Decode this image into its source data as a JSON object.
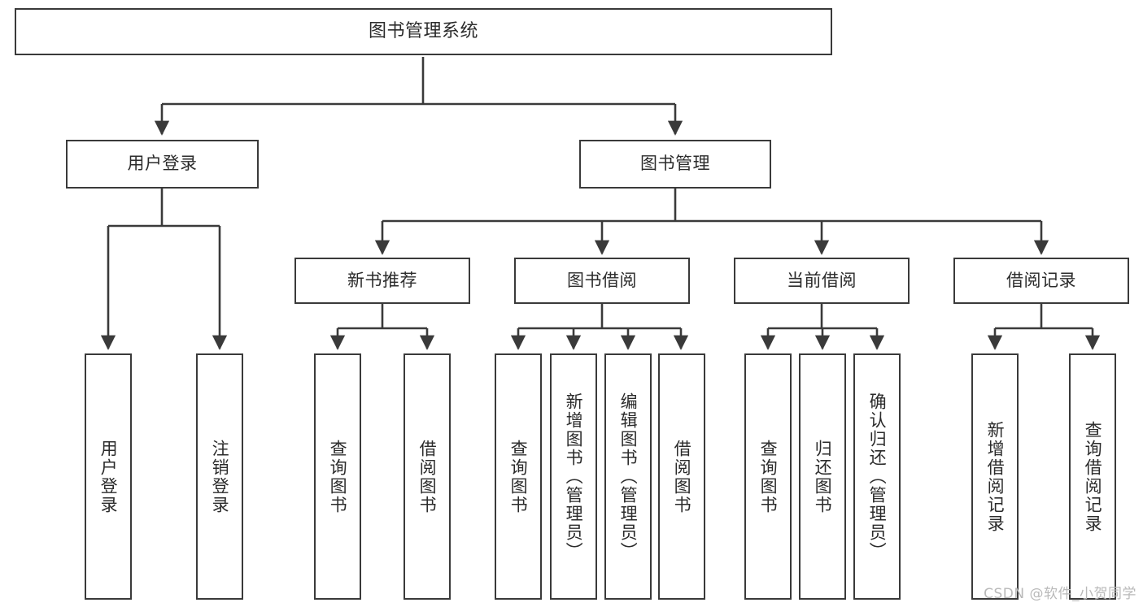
{
  "diagram": {
    "title": "图书管理系统",
    "type": "hierarchy-tree",
    "root": {
      "label": "图书管理系统",
      "children": [
        {
          "label": "用户登录",
          "children": [
            {
              "label": "用户登录"
            },
            {
              "label": "注销登录"
            }
          ]
        },
        {
          "label": "图书管理",
          "children": [
            {
              "label": "新书推荐",
              "children": [
                {
                  "label": "查询图书"
                },
                {
                  "label": "借阅图书"
                }
              ]
            },
            {
              "label": "图书借阅",
              "children": [
                {
                  "label": "查询图书"
                },
                {
                  "label": "新增图书（管理员）"
                },
                {
                  "label": "编辑图书（管理员）"
                },
                {
                  "label": "借阅图书"
                }
              ]
            },
            {
              "label": "当前借阅",
              "children": [
                {
                  "label": "查询图书"
                },
                {
                  "label": "归还图书"
                },
                {
                  "label": "确认归还（管理员）"
                }
              ]
            },
            {
              "label": "借阅记录",
              "children": [
                {
                  "label": "新增借阅记录"
                },
                {
                  "label": "查询借阅记录"
                }
              ]
            }
          ]
        }
      ]
    }
  },
  "nodes": {
    "root": "图书管理系统",
    "user_login": "用户登录",
    "book_manage": "图书管理",
    "new_book_rec": "新书推荐",
    "book_borrow": "图书借阅",
    "current_borrow": "当前借阅",
    "borrow_record": "借阅记录",
    "leaf_user_login": "用户登录",
    "leaf_logout": "注销登录",
    "leaf_query_book_1": "查询图书",
    "leaf_borrow_book_1": "借阅图书",
    "leaf_query_book_2": "查询图书",
    "leaf_add_book": "新增图书（管理员）",
    "leaf_edit_book": "编辑图书（管理员）",
    "leaf_borrow_book_2": "借阅图书",
    "leaf_query_book_3": "查询图书",
    "leaf_return_book": "归还图书",
    "leaf_confirm_return": "确认归还（管理员）",
    "leaf_add_record": "新增借阅记录",
    "leaf_query_record": "查询借阅记录"
  },
  "watermark": {
    "text": "CSDN @软件_小贺同学"
  },
  "colors": {
    "border": "#3a3a3a",
    "text": "#2b2b2b",
    "background": "#ffffff",
    "watermark": "#b9b9b9"
  }
}
